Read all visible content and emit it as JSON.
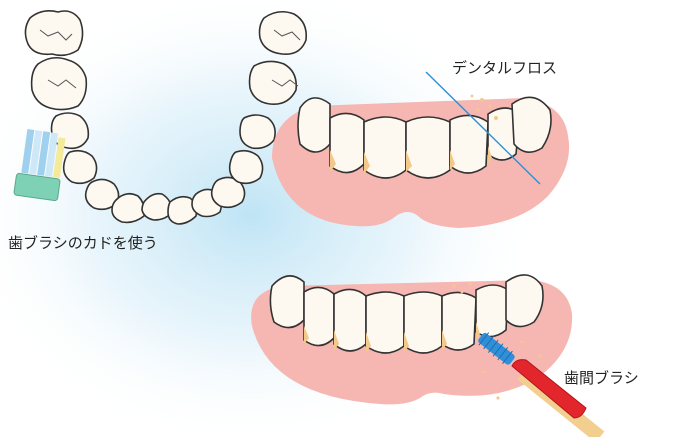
{
  "labels": {
    "toothbrush_corner": "歯ブラシのカドを使う",
    "dental_floss": "デンタルフロス",
    "interdental_brush": "歯間ブラシ"
  },
  "colors": {
    "background_glow": "#bfe4f5",
    "gum": "#f6b6b2",
    "tooth_fill": "#fdf9f0",
    "tooth_outline": "#333333",
    "plaque": "#f2c98a",
    "floss_line": "#2a8fd6",
    "brush_bristles_blue": "#9fd0ee",
    "brush_bristles_yellow": "#f3ea9a",
    "brush_head_green": "#7fd1b6",
    "interdental_handle": "#e2262c",
    "interdental_bristles": "#2f8fd8",
    "wooden_stick": "#f2cf8f"
  },
  "icons": [
    "toothbrush-icon",
    "dental-floss-icon",
    "interdental-brush-icon",
    "tooth-arch-icon"
  ]
}
